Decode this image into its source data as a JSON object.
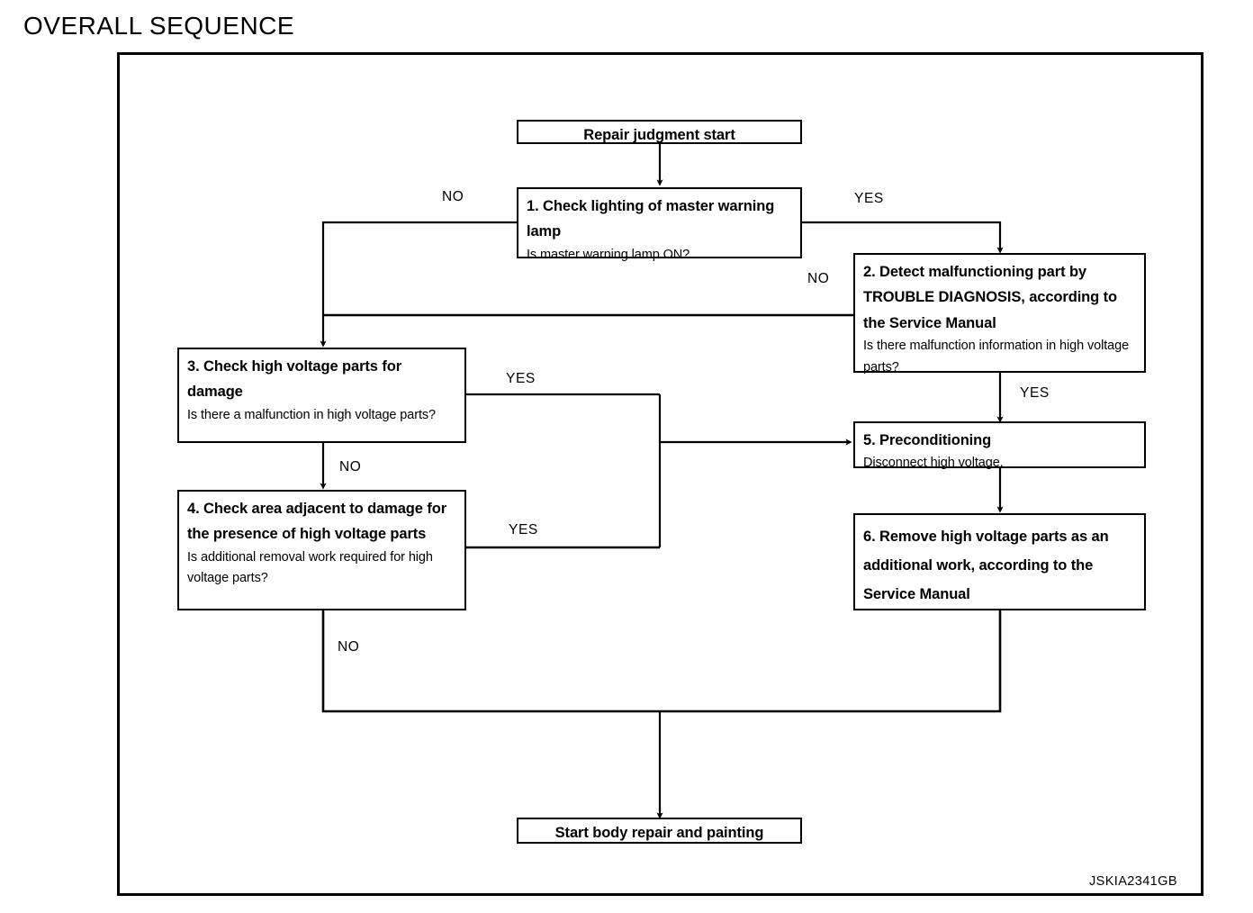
{
  "page": {
    "title": "OVERALL SEQUENCE",
    "figure_code": "JSKIA2341GB"
  },
  "flowchart": {
    "type": "flowchart",
    "nodes": [
      {
        "id": "start",
        "shape": "terminal",
        "title": "Repair judgment start",
        "sub": ""
      },
      {
        "id": "step1",
        "shape": "process",
        "title": "1. Check lighting of master warning lamp",
        "sub": "Is master warning lamp ON?"
      },
      {
        "id": "step2",
        "shape": "process",
        "title": "2. Detect malfunctioning part by TROUBLE DIAGNOSIS, according to the Service Manual",
        "sub": "Is there malfunction information in high voltage parts?"
      },
      {
        "id": "step3",
        "shape": "process",
        "title": "3. Check high voltage parts for damage",
        "sub": "Is there a malfunction in high voltage parts?"
      },
      {
        "id": "step4",
        "shape": "process",
        "title": "4. Check area adjacent to damage for the presence of high voltage parts",
        "sub": "Is additional removal work required for high voltage parts?"
      },
      {
        "id": "step5",
        "shape": "process",
        "title": "5. Preconditioning",
        "sub": "Disconnect high voltage."
      },
      {
        "id": "step6",
        "shape": "process",
        "title": "6. Remove high voltage parts as an additional work, according to the Service Manual",
        "sub": ""
      },
      {
        "id": "end",
        "shape": "terminal",
        "title": "Start body repair and painting",
        "sub": ""
      }
    ],
    "edge_labels": {
      "step1_no": "NO",
      "step1_yes": "YES",
      "step2_no": "NO",
      "step2_yes": "YES",
      "step3_yes": "YES",
      "step3_no": "NO",
      "step4_yes": "YES",
      "step4_no": "NO"
    },
    "edges": [
      {
        "from": "start",
        "to": "step1",
        "label": ""
      },
      {
        "from": "step1",
        "to": "step2",
        "label": "YES"
      },
      {
        "from": "step1",
        "to": "step3",
        "label": "NO"
      },
      {
        "from": "step2",
        "to": "step3",
        "label": "NO"
      },
      {
        "from": "step2",
        "to": "step5",
        "label": "YES"
      },
      {
        "from": "step3",
        "to": "step5",
        "label": "YES"
      },
      {
        "from": "step3",
        "to": "step4",
        "label": "NO"
      },
      {
        "from": "step4",
        "to": "step5",
        "label": "YES"
      },
      {
        "from": "step4",
        "to": "end",
        "label": "NO"
      },
      {
        "from": "step5",
        "to": "step6",
        "label": ""
      },
      {
        "from": "step6",
        "to": "end",
        "label": ""
      }
    ]
  }
}
